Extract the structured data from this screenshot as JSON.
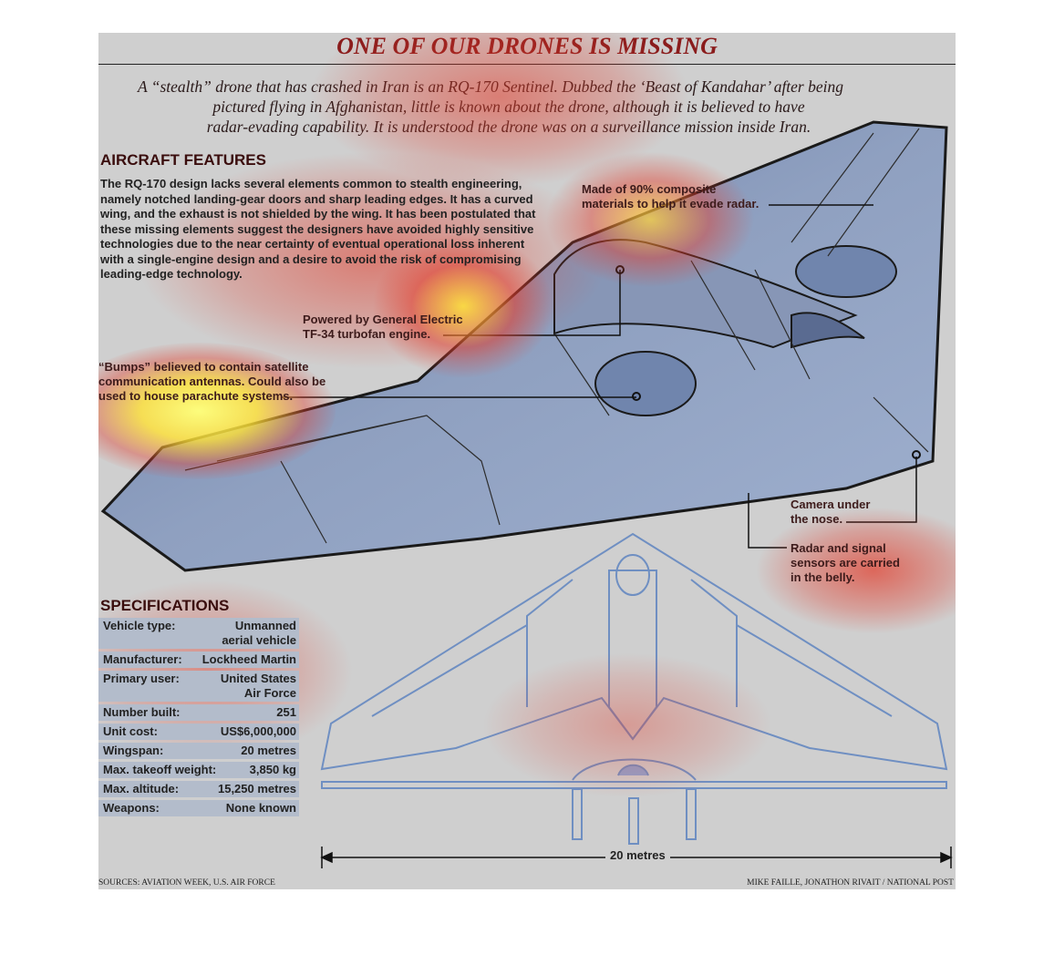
{
  "title": "ONE OF OUR DRONES IS MISSING",
  "intro": [
    "A “stealth” drone that has crashed in Iran is an RQ-170 Sentinel. Dubbed the ‘Beast of Kandahar’ after being",
    "pictured flying in Afghanistan, little is known about the drone, although it is believed to have",
    "radar-evading capability. It is understood the drone was on a surveillance mission inside Iran."
  ],
  "features": {
    "heading": "AIRCRAFT FEATURES",
    "text": "The RQ-170 design lacks several elements common to stealth engineering, namely notched landing-gear doors and sharp leading edges. It has a curved wing, and the exhaust is not shielded by the wing. It has been postulated that these missing elements suggest the designers have avoided highly sensitive technologies due to the near certainty of eventual operational loss inherent with a single-engine design and a desire to avoid the risk of compromising leading-edge technology."
  },
  "callouts": {
    "composite": [
      "Made of 90% composite",
      "materials to help it evade radar."
    ],
    "engine": [
      "Powered by General Electric",
      "TF-34 turbofan engine."
    ],
    "bumps": [
      "“Bumps” believed to contain satellite",
      "communication antennas. Could also be",
      "used to house parachute systems."
    ],
    "camera": [
      "Camera under",
      "the nose."
    ],
    "radar": [
      "Radar and signal",
      "sensors are carried",
      "in the belly."
    ]
  },
  "specifications": {
    "heading": "SPECIFICATIONS",
    "rows": [
      {
        "label": "Vehicle type:",
        "value": [
          "Unmanned",
          "aerial vehicle"
        ]
      },
      {
        "label": "Manufacturer:",
        "value": [
          "Lockheed Martin"
        ]
      },
      {
        "label": "Primary user:",
        "value": [
          "United States",
          "Air Force"
        ]
      },
      {
        "label": "Number built:",
        "value": [
          "251"
        ]
      },
      {
        "label": "Unit cost:",
        "value": [
          "US$6,000,000"
        ]
      },
      {
        "label": "Wingspan:",
        "value": [
          "20 metres"
        ]
      },
      {
        "label": "Max. takeoff weight:",
        "value": [
          "3,850 kg"
        ]
      },
      {
        "label": "Max. altitude:",
        "value": [
          "15,250 metres"
        ]
      },
      {
        "label": "Weapons:",
        "value": [
          "None known"
        ]
      }
    ]
  },
  "dimension_label": "20 metres",
  "sources": "SOURCES: AVIATION WEEK, U.S. AIR FORCE",
  "credit": "MIKE FAILLE, JONATHON RIVAIT  / NATIONAL POST",
  "colors": {
    "background": "#cfcfcf",
    "title": "#8a1c1c",
    "drone_fill": "#7f8fb0",
    "blueprint_line": "#6f8fc2",
    "spec_row": "#b3bccb",
    "heat_red": "#e23b2a",
    "heat_yellow": "#ffe135"
  }
}
